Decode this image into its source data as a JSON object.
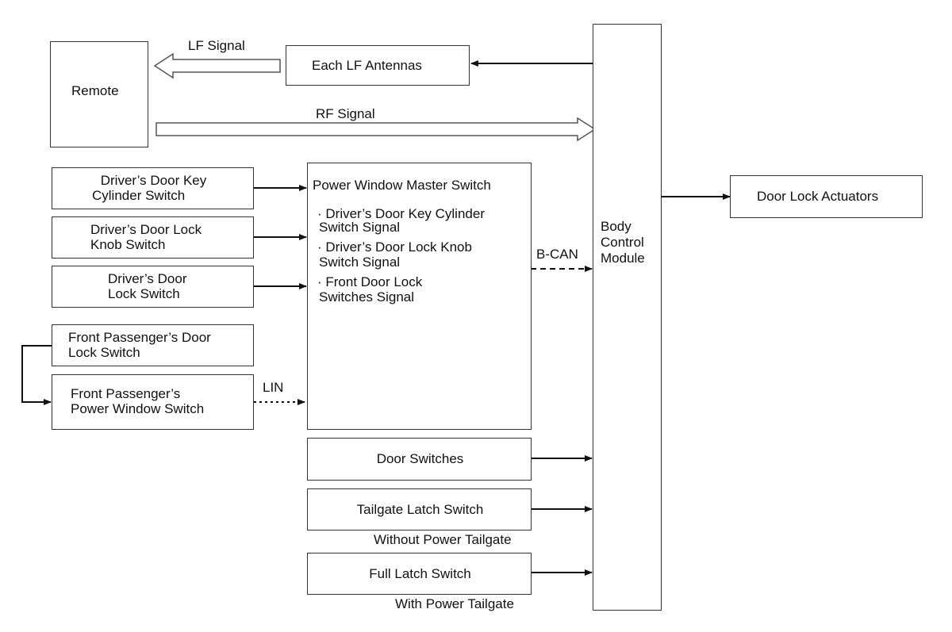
{
  "diagram": {
    "remote": "Remote",
    "lf_antennas": "Each LF Antennas",
    "lf_signal": "LF Signal",
    "rf_signal": "RF Signal",
    "bcm": [
      "Body",
      "Control",
      "Module"
    ],
    "door_lock_actuators": "Door Lock Actuators",
    "key_cyl_switch": [
      "Driver’s Door Key",
      "Cylinder Switch"
    ],
    "lock_knob_switch": [
      "Driver’s Door Lock",
      "Knob Switch"
    ],
    "door_lock_switch": [
      "Driver’s Door",
      "Lock Switch"
    ],
    "fp_door_lock_switch": [
      "Front Passenger’s Door",
      "Lock Switch"
    ],
    "fp_power_window_switch": [
      "Front Passenger’s",
      "Power Window Switch"
    ],
    "lin": "LIN",
    "b_can": "B-CAN",
    "pwms": {
      "title": "Power Window Master Switch",
      "items": [
        [
          "· Driver’s Door Key Cylinder",
          "Switch Signal"
        ],
        [
          "· Driver’s Door Lock Knob",
          "Switch Signal"
        ],
        [
          "· Front Door Lock",
          "Switches Signal"
        ]
      ]
    },
    "door_switches": "Door Switches",
    "tailgate_latch_switch": "Tailgate Latch Switch",
    "without_power_tailgate": "Without Power Tailgate",
    "full_latch_switch": "Full Latch Switch",
    "with_power_tailgate": "With Power Tailgate"
  }
}
